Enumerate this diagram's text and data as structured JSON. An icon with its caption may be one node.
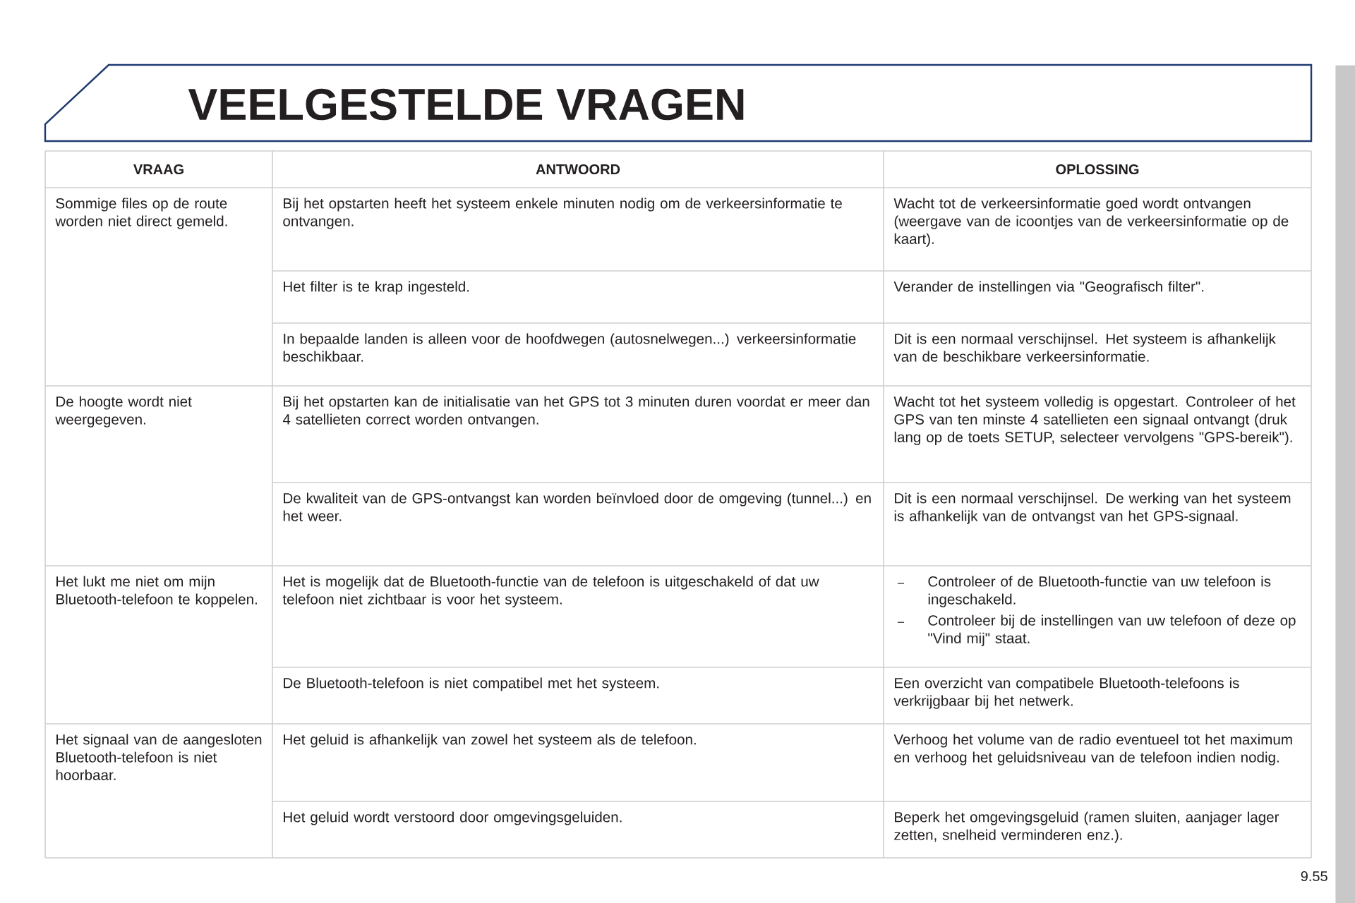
{
  "diagram": {
    "title": "VEELGESTELDE VRAGEN",
    "nodes": [
      {
        "text": [],
        "shape": "bar"
      }
    ],
    "labels": [
      "VRAAG",
      "ANTWOORD",
      "OPLOSSING",
      "Sommige files op de route worden niet direct gemeld.",
      "Bij het opstarten heeft het systeem enkele minuten nodig om de verkeersinformatie te ontvangen.",
      "Wacht tot de verkeersinformatie goed wordt ontvangen (weergave van de icoontjes van de verkeersinformatie op de kaart).",
      "Het filter is te krap ingesteld.",
      "Verander de instellingen via \"Geografisch filter\".",
      "In bepaalde landen is alleen voor de hoofdwegen (autosnelwegen...) verkeersinformatie beschikbaar.",
      "Dit is een normaal verschijnsel. Het systeem is afhankelijk van de beschikbare verkeersinformatie.",
      "De hoogte wordt niet weergegeven.",
      "Bij het opstarten kan de initialisatie van het GPS tot 3 minuten duren voordat er meer dan 4 satellieten correct worden ontvangen.",
      "Wacht tot het systeem volledig is opgestart. Controleer of het GPS van ten minste 4 satellieten een signaal ontvangt (druk lang op de toets SETUP, selecteer vervolgens \"GPS-bereik\").",
      "De kwaliteit van de GPS-ontvangst kan worden beïnvloed door de omgeving (tunnel...) en het weer.",
      "Dit is een normaal verschijnsel. De werking van het systeem is afhankelijk van de ontvangst van het GPS-signaal.",
      "Het lukt me niet om mijn Bluetooth-telefoon te koppelen.",
      "Het is mogelijk dat de Bluetooth-functie van de telefoon is uitgeschakeld of dat uw telefoon niet zichtbaar is voor het systeem.",
      "Controleer of de Bluetooth-functie van uw telefoon is ingeschakeld.",
      "Controleer bij de instellingen van uw telefoon of deze op \"Vind mij\" staat.",
      "De Bluetooth-telefoon is niet compatibel met het systeem.",
      "Een overzicht van compatibele Bluetooth-telefoons is verkrijgbaar bij het netwerk.",
      "Het signaal van de aangesloten Bluetooth-telefoon is niet hoorbaar.",
      "Het geluid is afhankelijk van zowel het systeem als de telefoon.",
      "Verhoog het volume van de radio eventueel tot het maximum en verhoog het geluidsniveau van de telefoon indien nodig.",
      "Het geluid wordt verstoord door omgevingsgeluiden.",
      "Beperk het omgevingsgeluid (ramen sluiten, aanjager lager zetten, snelheid verminderen enz.).",
      "9.55"
    ]
  }
}
